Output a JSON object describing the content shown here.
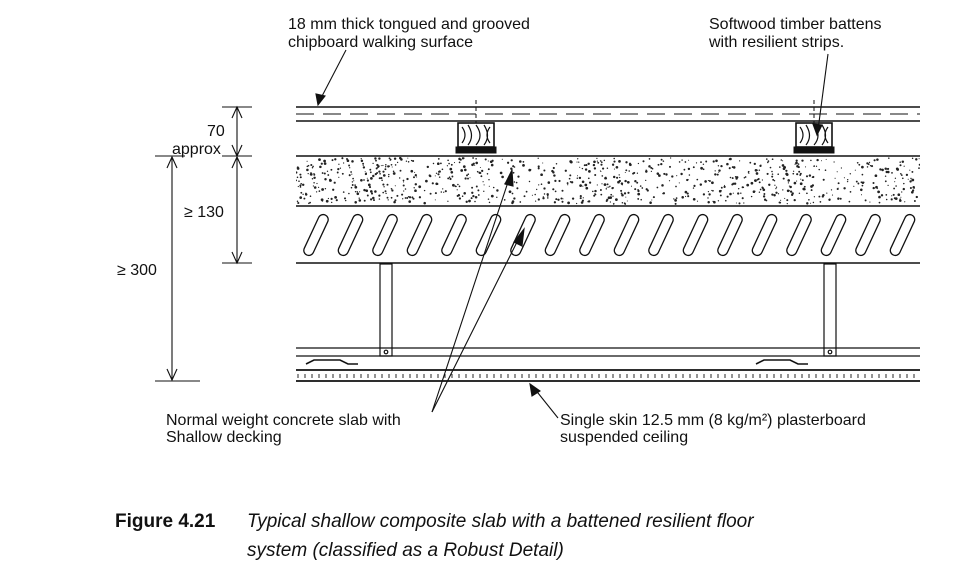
{
  "labels": {
    "chipboard_line1": "18 mm thick tongued and grooved",
    "chipboard_line2": "chipboard walking surface",
    "battens_line1": "Softwood timber battens",
    "battens_line2": "with resilient strips.",
    "concrete_line1": "Normal weight concrete slab with",
    "concrete_line2": "Shallow decking",
    "ceiling_line1": "Single skin 12.5 mm (8 kg/m²) plasterboard",
    "ceiling_line2": "suspended ceiling"
  },
  "dimensions": {
    "batten_zone": "70",
    "batten_zone_note": "approx",
    "slab_depth": "≥ 130",
    "overall_depth": "≥ 300"
  },
  "caption": {
    "number": "Figure 4.21",
    "title_line1": "Typical shallow composite slab with a battened resilient floor",
    "title_line2": "system (classified as a Robust Detail)"
  }
}
